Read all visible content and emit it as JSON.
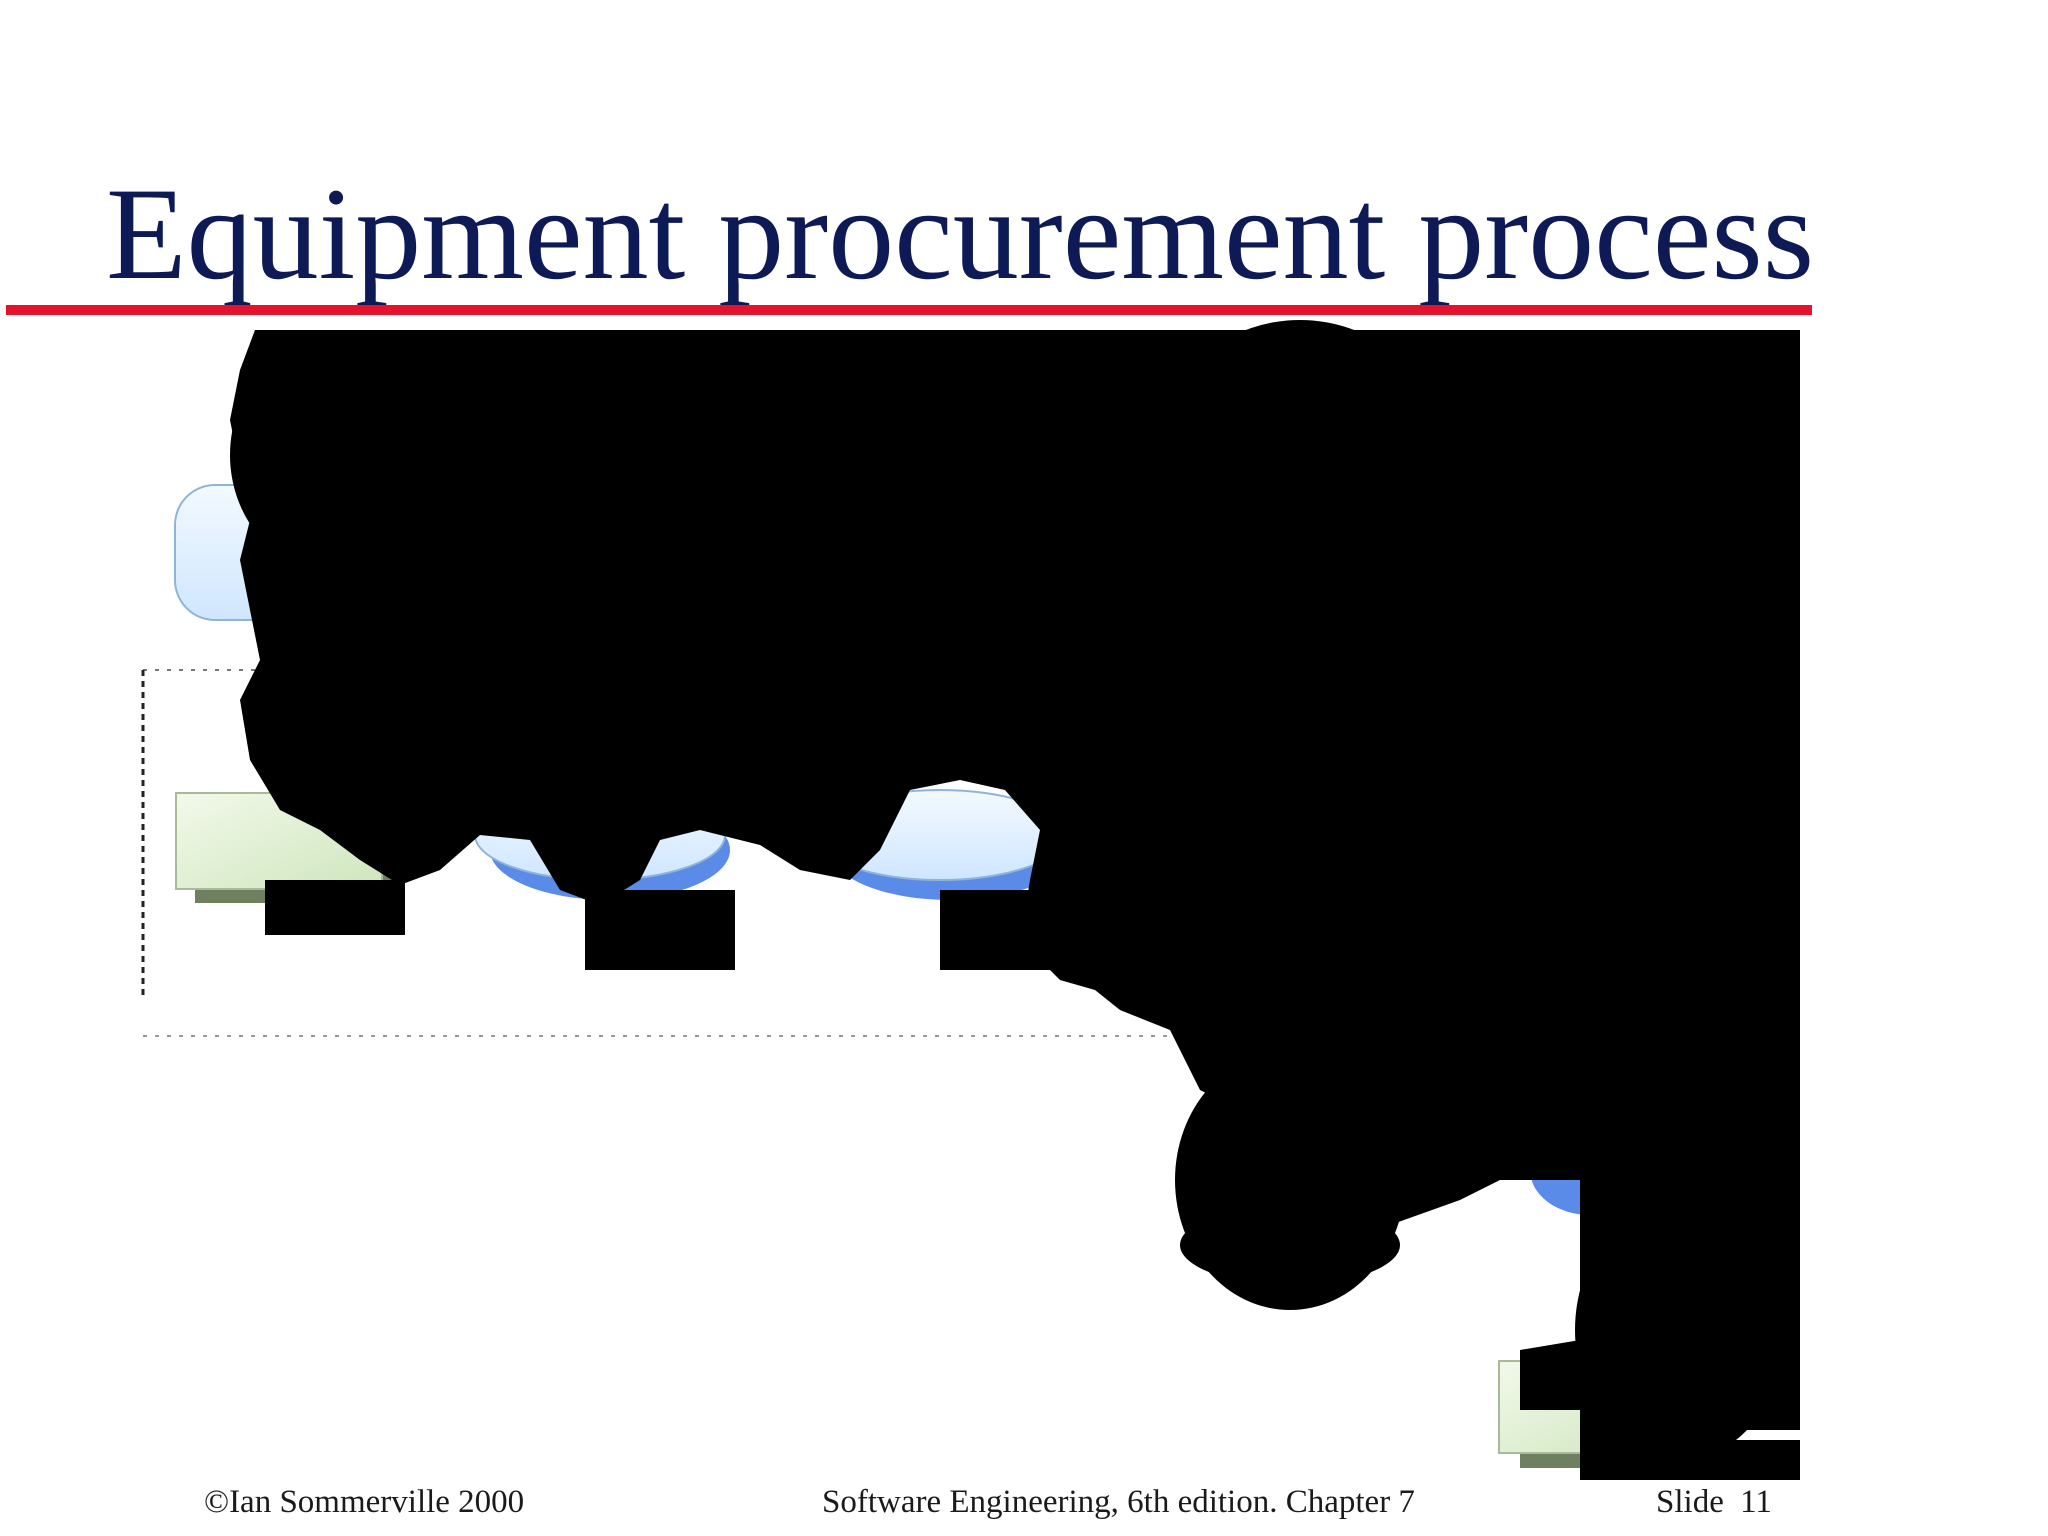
{
  "slide": {
    "title": "Equipment procurement process",
    "accent_colors": {
      "title_text": "#0d1a55",
      "rule": "#e3132e",
      "activity_fill": "#dcefff",
      "activity_rim": "#5b8be8",
      "document_fill": "#dcefcc",
      "document_shadow": "#6f8060",
      "occluding_glyphs": "#000000"
    }
  },
  "diagram": {
    "description_icon": "process-diagram-obscured-by-oversized-glyphs"
  },
  "footer": {
    "copyright": "©Ian Sommerville 2000",
    "source": "Software Engineering, 6th edition. Chapter 7",
    "slide_number": "Slide  11"
  }
}
